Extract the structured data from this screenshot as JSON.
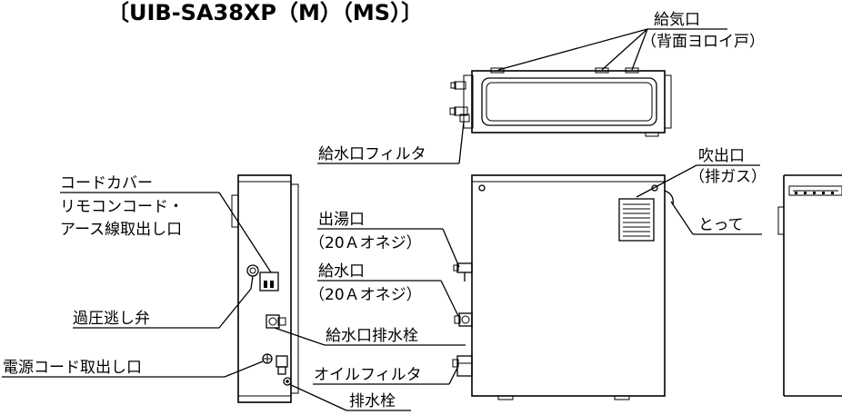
{
  "title": "〔UIB-SA38XP（M）（MS）〕",
  "labels": {
    "kyuki": "給気口",
    "kyuki_sub": "（背面ヨロイ戸）",
    "filter_water": "給水口フィルタ",
    "fukidashi": "吹出口",
    "fukidashi_sub": "（排ガス）",
    "totte": "とって",
    "cord_cover": "コードカバー",
    "remocon_1": "リモコンコード・",
    "remocon_2": "アース線取出し口",
    "deyu": "出湯口",
    "deyu_sub": "（20Ａオネジ）",
    "kyusui": "給水口",
    "kyusui_sub": "（20Ａオネジ）",
    "relief": "過圧逃し弁",
    "drain_cock": "給水口排水栓",
    "power": "電源コード取出し口",
    "oil_filter": "オイルフィルタ",
    "drain": "排水栓"
  }
}
